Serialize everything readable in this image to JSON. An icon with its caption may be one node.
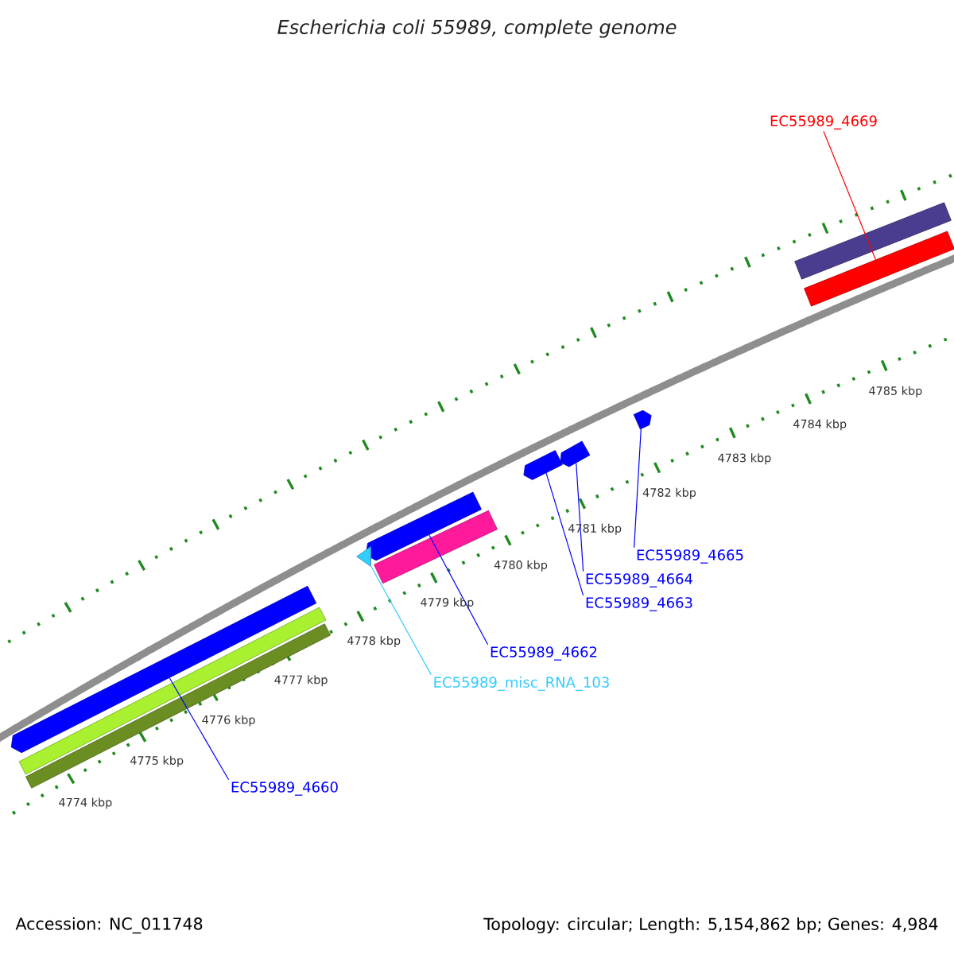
{
  "diagram": {
    "title": "Escherichia coli 55989, complete genome",
    "nodes": [
      {
        "text": [
          "EC55989_4669"
        ]
      },
      {
        "text": [],
        "shape": "bar"
      },
      {
        "text": [],
        "shape": "bar"
      },
      {
        "text": [],
        "shape": "bar"
      },
      {
        "text": [],
        "shape": "bar"
      },
      {
        "text": [],
        "shape": "bar"
      },
      {
        "text": [],
        "shape": "bar"
      },
      {
        "text": [],
        "shape": "triangle"
      },
      {
        "text": [],
        "shape": "bar"
      },
      {
        "text": [],
        "shape": "bar"
      },
      {
        "text": [],
        "shape": "bar"
      },
      {
        "text": [],
        "shape": "bar"
      },
      {
        "text": [
          "EC55989_4665"
        ]
      },
      {
        "text": [
          "EC55989_4664"
        ]
      },
      {
        "text": [
          "EC55989_4663"
        ]
      },
      {
        "text": [
          "EC55989_4662"
        ]
      },
      {
        "text": [
          "EC55989_misc_RNA_103"
        ]
      },
      {
        "text": [
          "EC55989_4660"
        ]
      }
    ],
    "edges": [
      {
        "from": 0,
        "to": 2,
        "arrow": "none",
        "color": "#ff0000"
      },
      {
        "from": 12,
        "to": 11,
        "arrow": "none"
      },
      {
        "from": 13,
        "to": 10,
        "arrow": "none"
      },
      {
        "from": 14,
        "to": 9,
        "arrow": "none"
      },
      {
        "from": 15,
        "to": 6,
        "arrow": "none"
      },
      {
        "from": 16,
        "to": 7,
        "arrow": "none",
        "color": "#33ccff"
      },
      {
        "from": 17,
        "to": 3,
        "arrow": "none"
      }
    ],
    "labels": [
      "4774 kbp",
      "4775 kbp",
      "4776 kbp",
      "4777 kbp",
      "4778 kbp",
      "4779 kbp",
      "4780 kbp",
      "4781 kbp",
      "4782 kbp",
      "4783 kbp",
      "4784 kbp",
      "4785 kbp",
      "Accession: NC_011748",
      "Topology: circular; Length: 5,154,862 bp; Genes: 4,984"
    ]
  }
}
